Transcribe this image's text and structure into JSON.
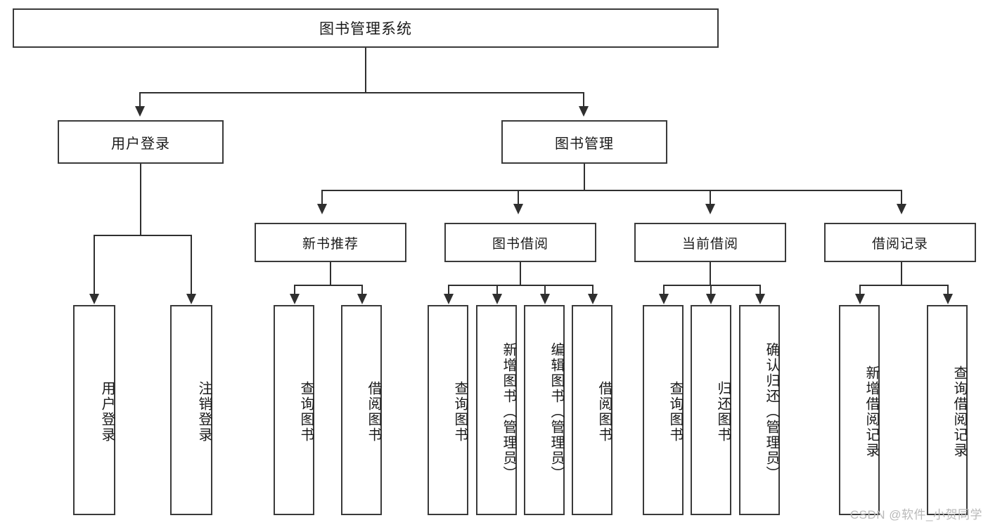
{
  "diagram": {
    "title": "图书管理系统",
    "type": "tree",
    "root": {
      "label": "图书管理系统"
    },
    "level1": [
      {
        "label": "用户登录"
      },
      {
        "label": "图书管理"
      }
    ],
    "level2": [
      {
        "label": "新书推荐"
      },
      {
        "label": "图书借阅"
      },
      {
        "label": "当前借阅"
      },
      {
        "label": "借阅记录"
      }
    ],
    "leaves": {
      "user_login": [
        {
          "label": "用户登录"
        },
        {
          "label": "注销登录"
        }
      ],
      "new_book_recommend": [
        {
          "label": "查询图书"
        },
        {
          "label": "借阅图书"
        }
      ],
      "book_borrow": [
        {
          "label": "查询图书"
        },
        {
          "label": "新增图书（管理员）"
        },
        {
          "label": "编辑图书（管理员）"
        },
        {
          "label": "借阅图书"
        }
      ],
      "current_borrow": [
        {
          "label": "查询图书"
        },
        {
          "label": "归还图书"
        },
        {
          "label": "确认归还（管理员）"
        }
      ],
      "borrow_record": [
        {
          "label": "新增借阅记录"
        },
        {
          "label": "查询借阅记录"
        }
      ]
    },
    "watermark": "CSDN @软件_小贺同学",
    "colors": {
      "box_border": "#3a3a3a",
      "connector": "#2f2f2f",
      "background": "#ffffff",
      "text": "#1a1a1a",
      "watermark": "#b9b9b9"
    }
  }
}
